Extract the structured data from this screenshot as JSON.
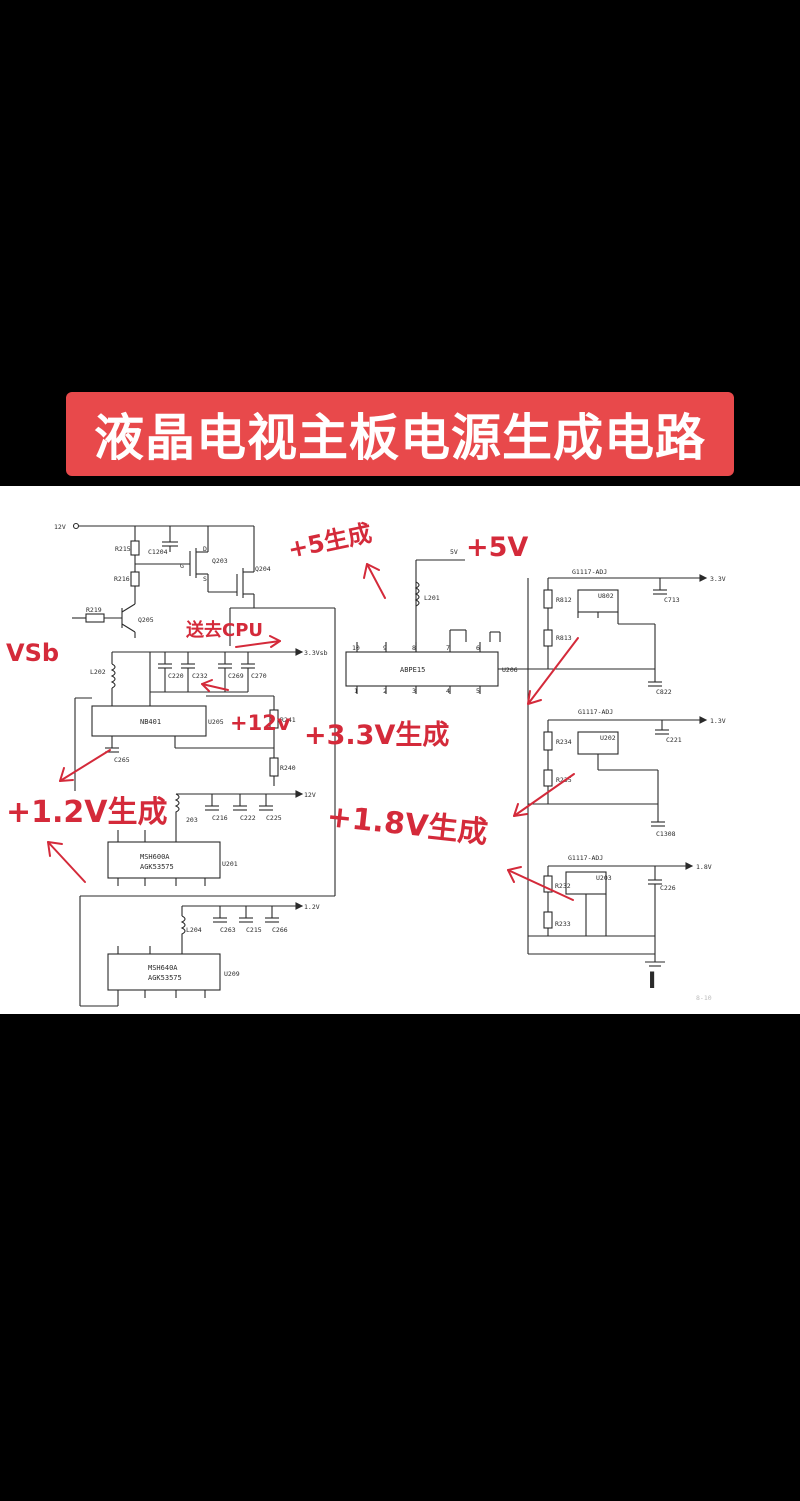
{
  "title": "液晶电视主板电源生成电路",
  "schematic": {
    "chips": {
      "nb": "NB401",
      "nb_ref": "U205",
      "ms1a": "MSH600A",
      "ms1b": "AGK53575",
      "ms1_ref": "U201",
      "ms2a": "MSH640A",
      "ms2b": "AGK53575",
      "ms2_ref": "U209",
      "ab": "ABPE15",
      "ab_ref": "U206",
      "reg1": "G1117-ADJ",
      "reg1_ref": "U802",
      "reg2": "G1117-ADJ",
      "reg2_ref": "U202",
      "reg3": "G1117-ADJ",
      "reg3_ref": "U203"
    },
    "rails": {
      "v12_in": "12V",
      "v33vsb": "3.3Vsb",
      "v12_out": "12V",
      "v12_low": "1.2V",
      "v5": "5V",
      "v33": "3.3V",
      "v13": "1.3V",
      "v18": "1.8V"
    },
    "parts": {
      "r215": "R215",
      "r216": "R216",
      "r219": "R219",
      "q205": "Q205",
      "c1204": "C1204",
      "q203": "Q203",
      "q204": "Q204",
      "l202": "L202",
      "c220": "C220",
      "c232": "C232",
      "c269": "C269",
      "c270": "C270",
      "r241": "R241",
      "r240": "R240",
      "c265": "C265",
      "l203": "203",
      "c216": "C216",
      "c222": "C222",
      "c225": "C225",
      "l204": "L204",
      "c263": "C263",
      "c215": "C215",
      "c266": "C266",
      "l201": "L201",
      "r812": "R812",
      "r813": "R813",
      "c713": "C713",
      "c822": "C822",
      "r234": "R234",
      "r235": "R235",
      "c221": "C221",
      "c1308": "C1308",
      "r232": "R232",
      "r233": "R233",
      "c226": "C226"
    },
    "pins": {
      "p10": "10",
      "p9": "9",
      "p8": "8",
      "p7": "7",
      "p6": "6",
      "p1": "1",
      "p2": "2",
      "p3": "3",
      "p4": "4",
      "p5": "5",
      "p_g": "G",
      "p_d": "D",
      "p_s": "S"
    },
    "page_no": "8-10"
  },
  "annotations": {
    "vsb": "VSb",
    "send_cpu": "送去CPU",
    "plus12": "+12v",
    "gen5": "+5生成",
    "plus5": "+5V",
    "gen33": "+3.3V生成",
    "gen12": "+1.2V生成",
    "gen18": "+1.8V生成",
    "ground_mark": "I"
  },
  "colors": {
    "banner": "#e8494b",
    "ink": "#2a2a2a",
    "annotation": "#d42a3a"
  }
}
